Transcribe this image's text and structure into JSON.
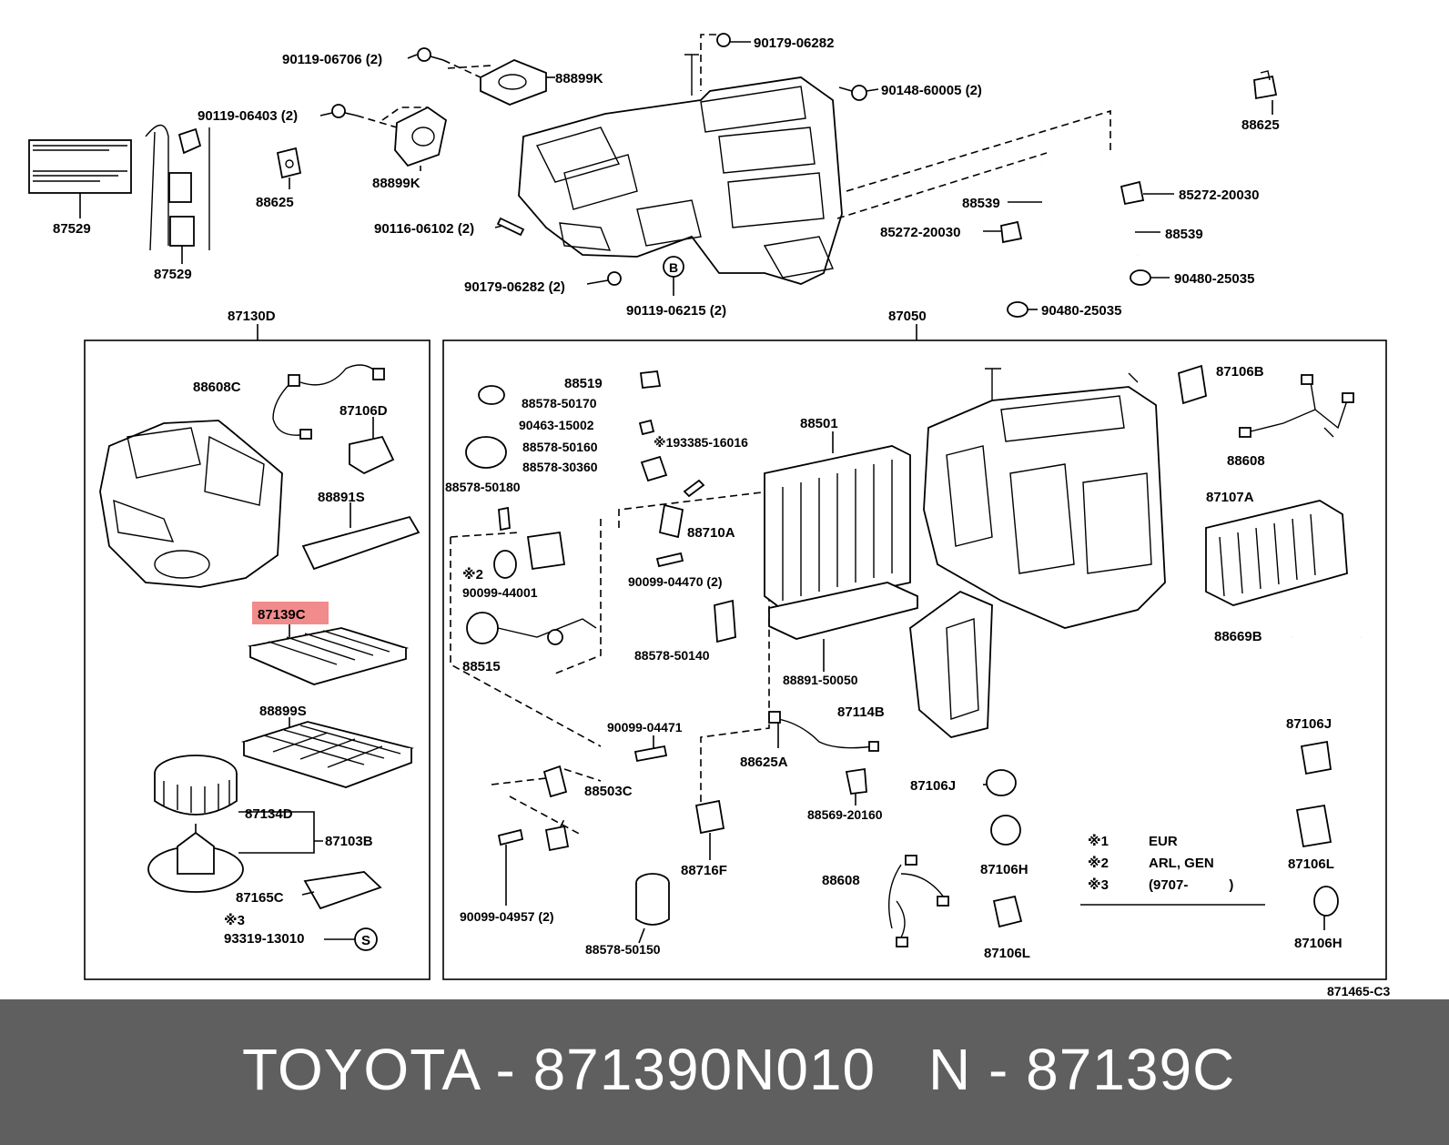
{
  "colors": {
    "footer_bg": "#5f5f5f",
    "footer_text": "#ffffff",
    "highlight": "#f28b8b"
  },
  "labels": {
    "p90119_06706": "90119-06706 (2)",
    "p88899K_a": "88899K",
    "p90179_06282_top": "90179-06282",
    "p90148_60005": "90148-60005 (2)",
    "p88625_tr": "88625",
    "p90119_06403": "90119-06403 (2)",
    "p88625_l": "88625",
    "p88899K_b": "88899K",
    "p87529_a": "87529",
    "p87529_b": "87529",
    "p90116_06102": "90116-06102 (2)",
    "p90179_06282_b": "90179-06282 (2)",
    "p90119_06215": "90119-06215 (2)",
    "p88539_a": "88539",
    "p85272_a": "85272-20030",
    "p85272_b": "85272-20030",
    "p88539_b": "88539",
    "p90480_a": "90480-25035",
    "p90480_b": "90480-25035",
    "p87130D": "87130D",
    "p87050": "87050",
    "p88608C": "88608C",
    "p87106D": "87106D",
    "p88891S": "88891S",
    "p87139C": "87139C",
    "p88899S": "88899S",
    "p87134D": "87134D",
    "p87103B": "87103B",
    "p87165C": "87165C",
    "p93319": "93319-13010",
    "mark3_left": "※3",
    "s_circle": "S",
    "b_circle": "B",
    "p88519": "88519",
    "p88578_50170": "88578-50170",
    "p90463": "90463-15002",
    "p193385": "※193385-16016",
    "p88578_50160": "88578-50160",
    "p88578_30360": "88578-30360",
    "p88578_50180": "88578-50180",
    "p88501": "88501",
    "p88710A": "88710A",
    "mark2": "※2",
    "p90099_44001": "90099-44001",
    "p90099_04470": "90099-04470 (2)",
    "p88515": "88515",
    "p88578_50140": "88578-50140",
    "p88891_50050": "88891-50050",
    "p87114B": "87114B",
    "p90099_04471": "90099-04471",
    "p88625A": "88625A",
    "p88503C": "88503C",
    "p88569_20160": "88569-20160",
    "p87106J_c": "87106J",
    "p87106H_c": "87106H",
    "p88716F": "88716F",
    "p90099_04957": "90099-04957 (2)",
    "p88578_50150": "88578-50150",
    "p88608_b": "88608",
    "p87106L_c": "87106L",
    "p87106B": "87106B",
    "p88608_a": "88608",
    "p87107A": "87107A",
    "p88669B": "88669B",
    "p87106J_r": "87106J",
    "p87106L_r": "87106L",
    "p87106H_r": "87106H",
    "figure_code": "871465-C3",
    "legend": [
      {
        "mark": "※1",
        "text": "EUR"
      },
      {
        "mark": "※2",
        "text": "ARL, GEN"
      },
      {
        "mark": "※3",
        "text": "(9707-　　　)"
      }
    ]
  },
  "footer": {
    "left": "TOYOTA - 871390N010",
    "right": "N - 87139C"
  }
}
